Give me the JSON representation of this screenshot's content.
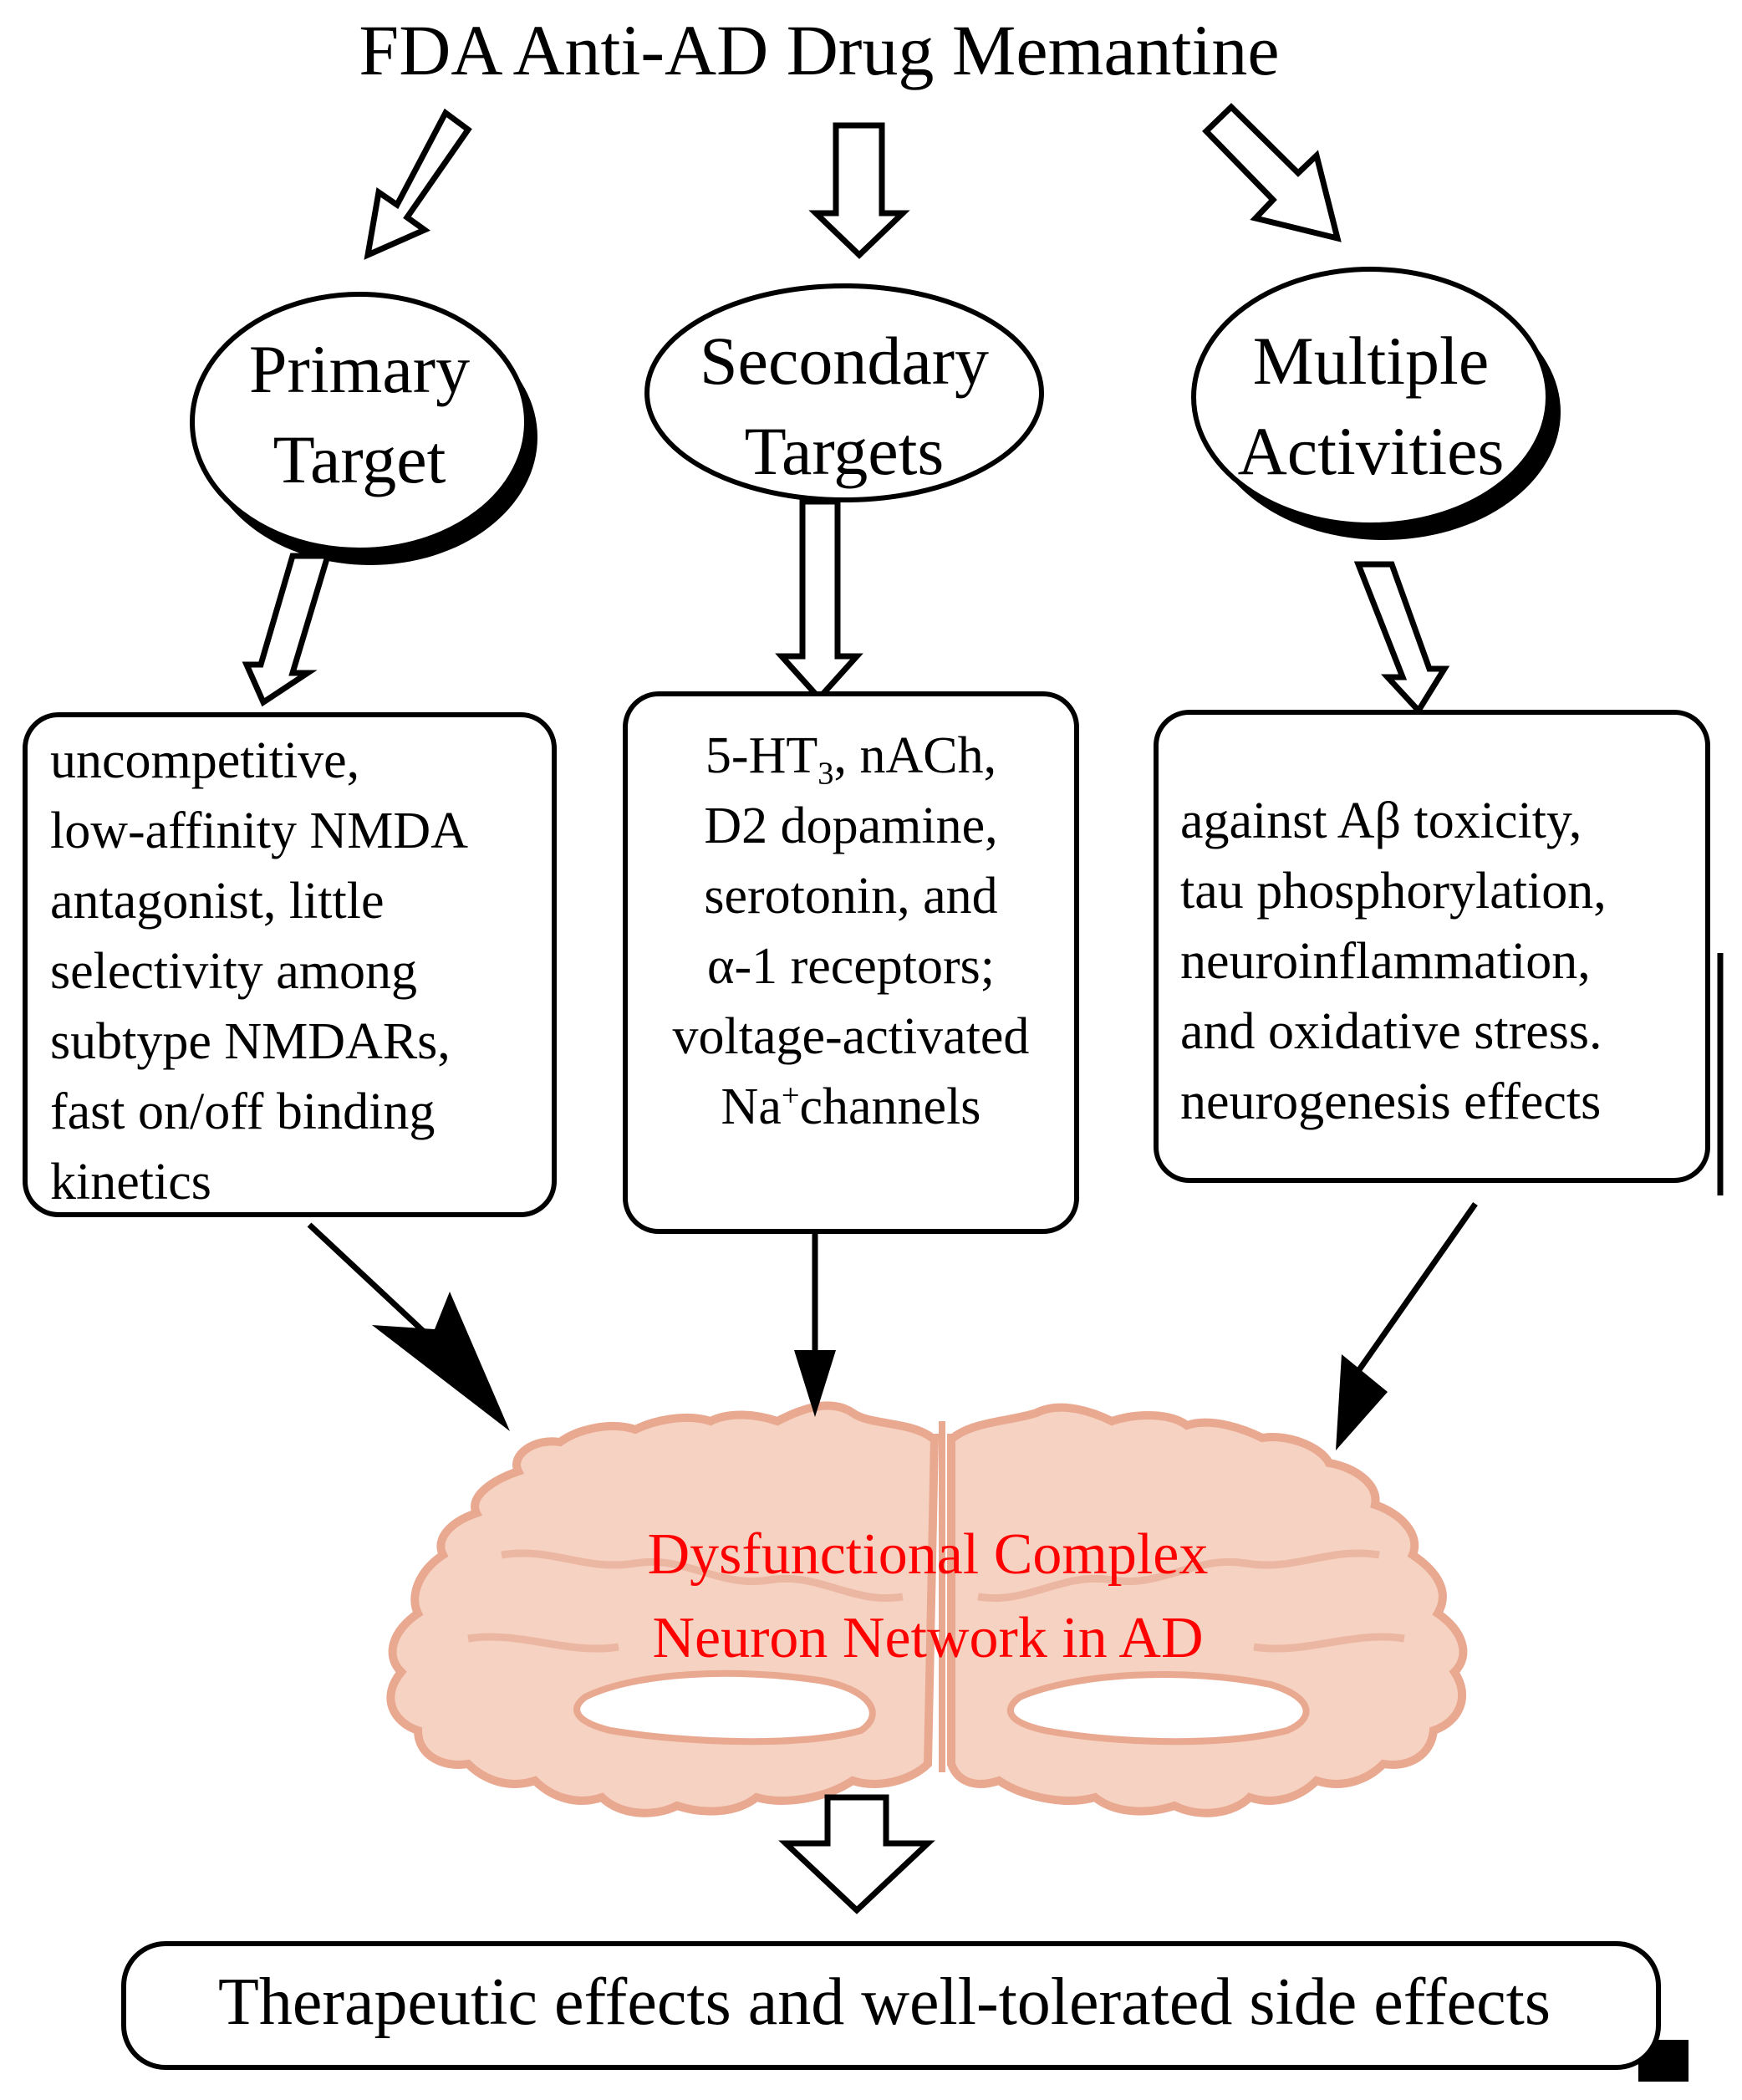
{
  "title": "FDA Anti-AD Drug Memantine",
  "branches": [
    {
      "label": [
        "Primary",
        "Target"
      ],
      "details": [
        "uncompetitive,",
        "low-affinity NMDA",
        "antagonist, little",
        "selectivity among",
        "subtype NMDARs,",
        "fast on/off binding",
        "kinetics"
      ]
    },
    {
      "label": [
        "Secondary",
        "Targets"
      ],
      "details": {
        "line1": {
          "a": "5-HT",
          "sub": "3",
          "b": ", nACh,"
        },
        "line2": "D2 dopamine,",
        "line3": "serotonin, and",
        "line4": "α-1 receptors;",
        "line5": "voltage-activated",
        "line6": {
          "a": "Na",
          "sup": "+",
          "b": "channels"
        }
      }
    },
    {
      "label": [
        "Multiple",
        "Activities"
      ],
      "details": [
        "against Aβ toxicity,",
        "tau phosphorylation,",
        "neuroinflammation,",
        "and oxidative stress.",
        "neurogenesis effects"
      ]
    }
  ],
  "center_label": [
    "Dysfunctional Complex",
    "Neuron Network in AD"
  ],
  "outcome": "Therapeutic effects and well-tolerated side effects",
  "colors": {
    "line": "#000000",
    "center_text": "#ff0000",
    "brain_fill": "#f6d2c2",
    "brain_stroke": "#e9a890"
  }
}
